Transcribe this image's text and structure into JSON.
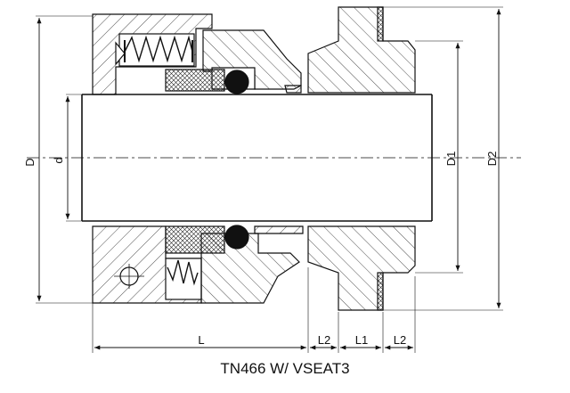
{
  "caption": "TN466 W/ VSEAT3",
  "dimensions": {
    "D": "D",
    "d": "d",
    "D1": "D1",
    "D2": "D2",
    "L": "L",
    "L2_left": "L2",
    "L1": "L1",
    "L2_right": "L2"
  },
  "colors": {
    "line": "#111111",
    "background": "#ffffff"
  }
}
